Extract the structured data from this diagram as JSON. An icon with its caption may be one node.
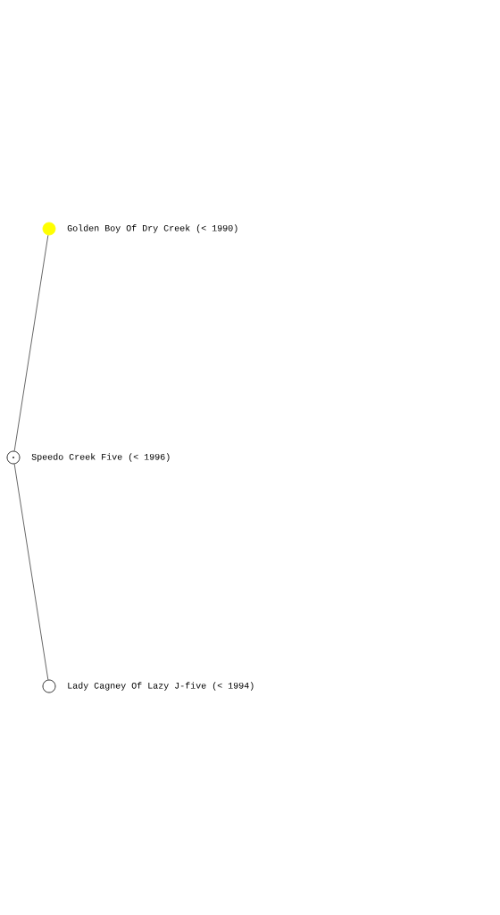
{
  "diagram": {
    "nodes": [
      {
        "text": [],
        "shape": "circle",
        "beside": [
          "Golden Boy Of Dry Creek (< 1990)"
        ]
      },
      {
        "text": [],
        "shape": "circle",
        "beside": [
          "Speedo Creek Five (< 1996)"
        ]
      },
      {
        "text": [],
        "shape": "circle",
        "beside": [
          "Lady Cagney Of Lazy J-five (< 1994)"
        ]
      }
    ],
    "edges": [
      {
        "from": 0,
        "to": 1,
        "arrow": "none"
      },
      {
        "from": 1,
        "to": 2,
        "arrow": "none"
      }
    ]
  }
}
